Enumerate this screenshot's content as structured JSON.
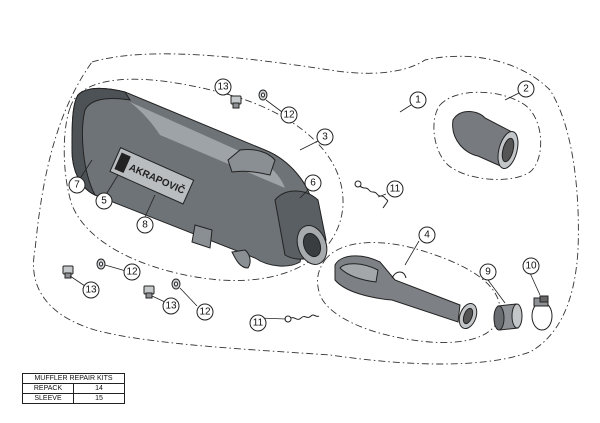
{
  "callouts": [
    {
      "id": "c1",
      "label": "1"
    },
    {
      "id": "c2",
      "label": "2"
    },
    {
      "id": "c3",
      "label": "3"
    },
    {
      "id": "c4",
      "label": "4"
    },
    {
      "id": "c5",
      "label": "5"
    },
    {
      "id": "c6",
      "label": "6"
    },
    {
      "id": "c7",
      "label": "7"
    },
    {
      "id": "c8",
      "label": "8"
    },
    {
      "id": "c9",
      "label": "9"
    },
    {
      "id": "c10",
      "label": "10"
    },
    {
      "id": "c11a",
      "label": "11"
    },
    {
      "id": "c11b",
      "label": "11"
    },
    {
      "id": "c12a",
      "label": "12"
    },
    {
      "id": "c12b",
      "label": "12"
    },
    {
      "id": "c12c",
      "label": "12"
    },
    {
      "id": "c13a",
      "label": "13"
    },
    {
      "id": "c13b",
      "label": "13"
    },
    {
      "id": "c13c",
      "label": "13"
    }
  ],
  "brand_text": "AKRAPOVIČ",
  "repair_kits": {
    "title": "MUFFLER REPAIR KITS",
    "rows": [
      {
        "name": "REPACK",
        "number": "14"
      },
      {
        "name": "SLEEVE",
        "number": "15"
      }
    ]
  }
}
